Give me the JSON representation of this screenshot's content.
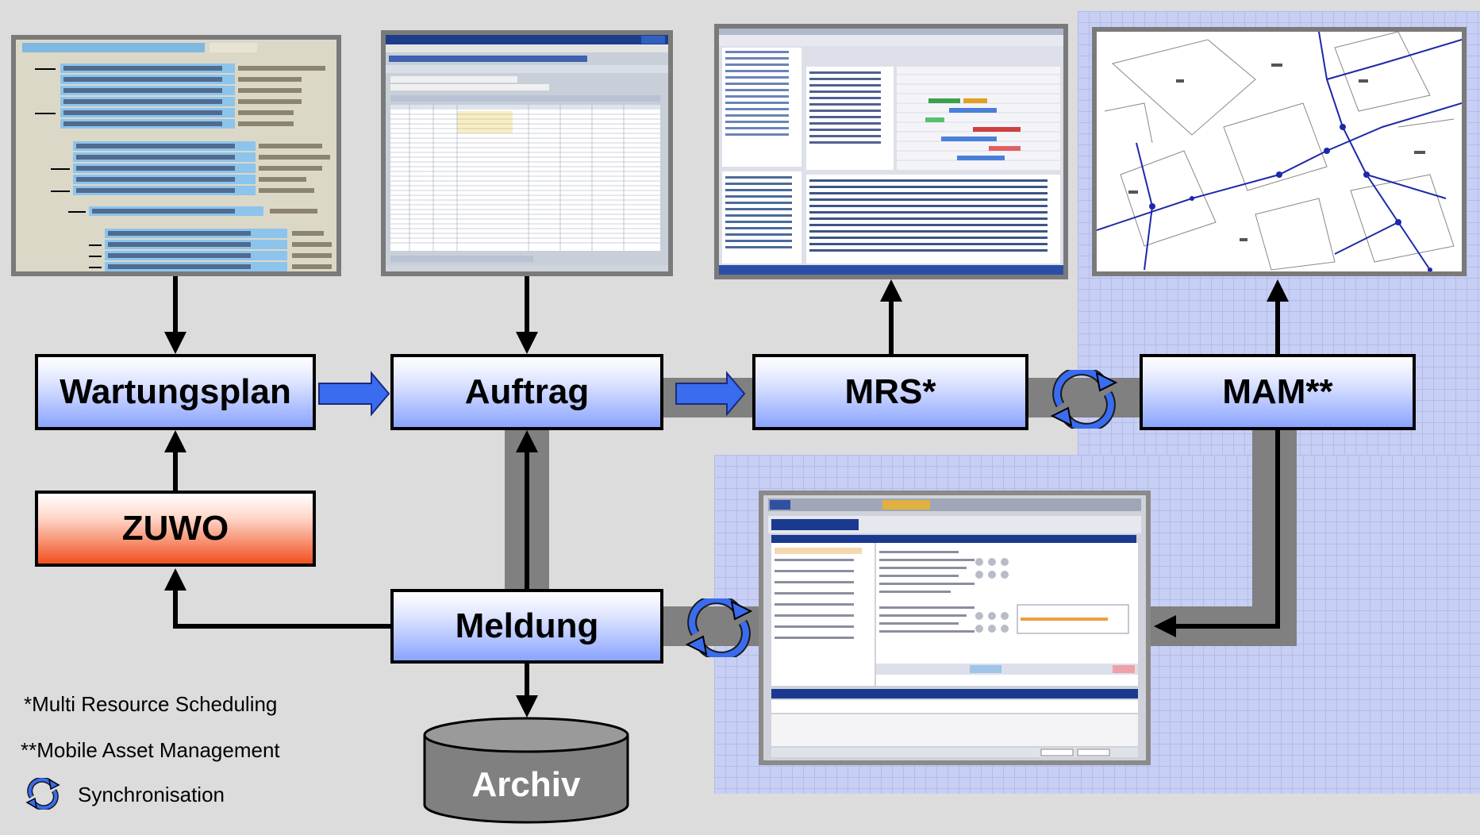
{
  "boxes": {
    "wartungsplan": "Wartungsplan",
    "auftrag": "Auftrag",
    "mrs": "MRS*",
    "mam": "MAM**",
    "zuwo": "ZUWO",
    "meldung": "Meldung",
    "archiv": "Archiv"
  },
  "legend": {
    "mrs_note": "*Multi Resource Scheduling",
    "mam_note": "**Mobile Asset Management",
    "sync_label": "Synchronisation"
  },
  "colors": {
    "box_blue": "#8aa4ff",
    "box_orange": "#f05020",
    "arrow_blue": "#3a6cf0",
    "band_gray": "#808080",
    "grid_blue": "#c8cff4"
  },
  "icons": {
    "sync": "sync-icon"
  }
}
